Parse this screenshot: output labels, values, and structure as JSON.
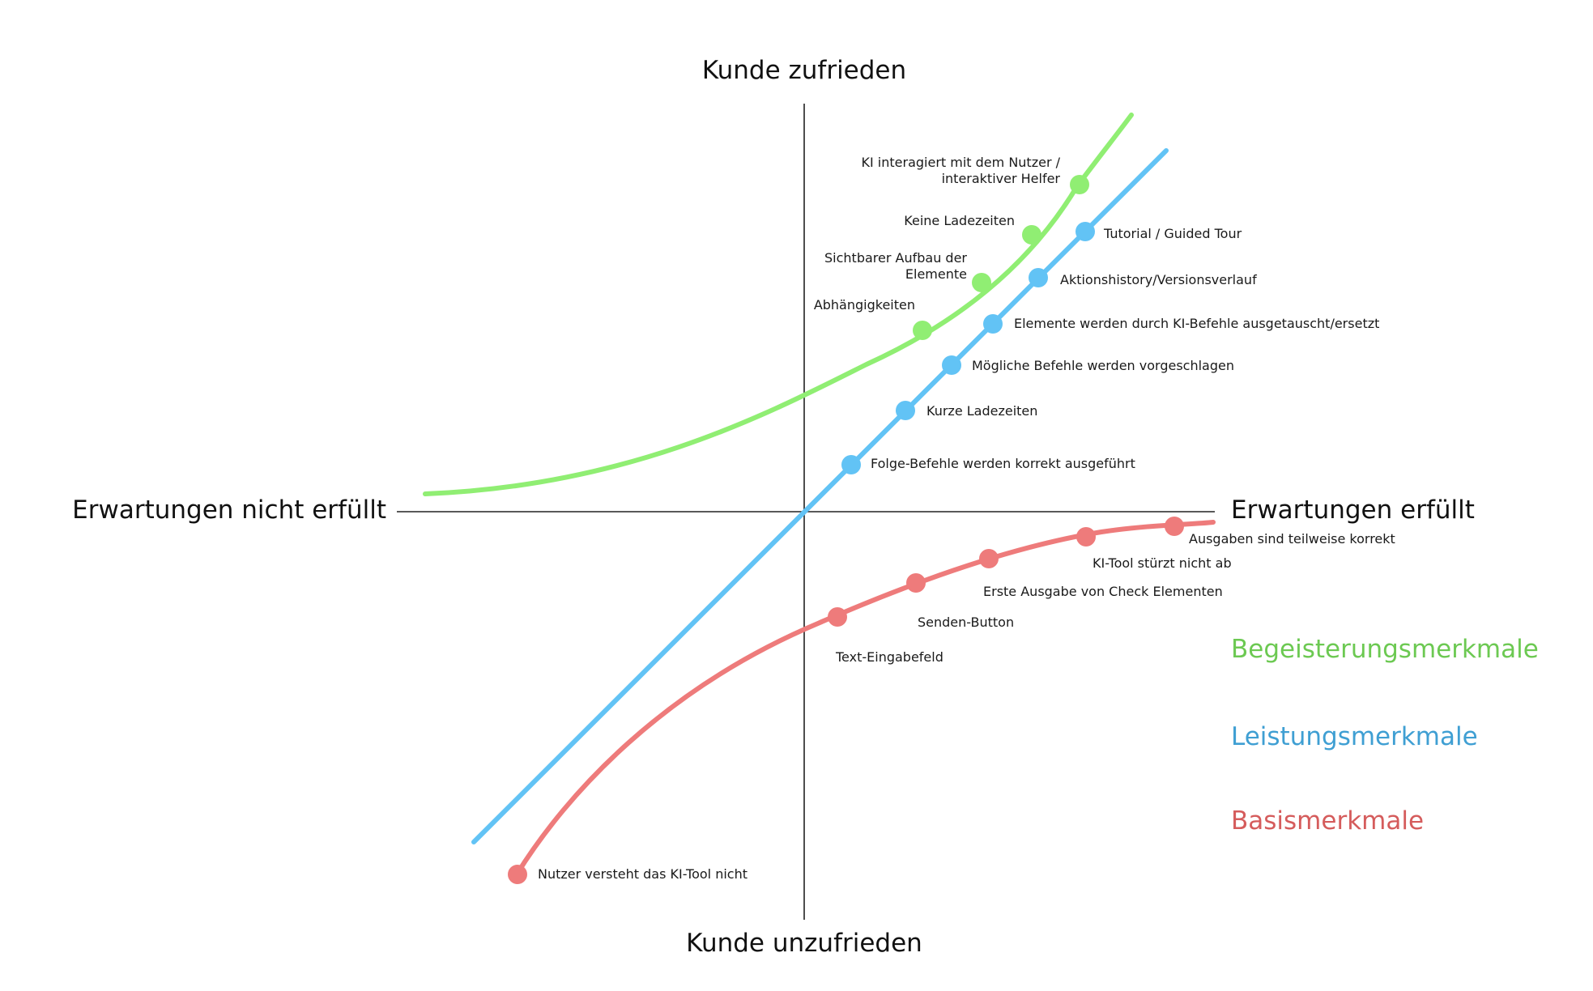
{
  "axes": {
    "top": "Kunde zufrieden",
    "bottom": "Kunde unzufrieden",
    "left": "Erwartungen nicht erfüllt",
    "right": "Erwartungen erfüllt"
  },
  "colors": {
    "begeisterung": "#90EE73",
    "leistung": "#62C3F5",
    "basis": "#EE7B7B",
    "legend_begeisterung": "#6CC952",
    "legend_leistung": "#3F9FD3",
    "legend_basis": "#D55C5C",
    "axis": "#222222"
  },
  "legend": [
    {
      "key": "begeisterung",
      "label": "Begeisterungsmerkmale"
    },
    {
      "key": "leistung",
      "label": "Leistungsmerkmale"
    },
    {
      "key": "basis",
      "label": "Basismerkmale"
    }
  ],
  "curves": {
    "begeisterung": {
      "points": [
        {
          "label": "Abhängigkeiten"
        },
        {
          "label": "Sichtbarer Aufbau der|Elemente"
        },
        {
          "label": "Keine Ladezeiten"
        },
        {
          "label": "KI interagiert mit dem Nutzer /|interaktiver Helfer"
        }
      ]
    },
    "leistung": {
      "points": [
        {
          "label": "Folge-Befehle werden korrekt ausgeführt"
        },
        {
          "label": "Kurze Ladezeiten"
        },
        {
          "label": "Mögliche Befehle werden vorgeschlagen"
        },
        {
          "label": "Elemente werden durch KI-Befehle ausgetauscht/ersetzt"
        },
        {
          "label": "Aktionshistory/Versionsverlauf"
        },
        {
          "label": "Tutorial / Guided Tour"
        }
      ]
    },
    "basis": {
      "points": [
        {
          "label": "Nutzer versteht das KI-Tool nicht"
        },
        {
          "label": "Text-Eingabefeld"
        },
        {
          "label": "Senden-Button"
        },
        {
          "label": "Erste Ausgabe von Check Elementen"
        },
        {
          "label": "KI-Tool stürzt nicht ab"
        },
        {
          "label": "Ausgaben sind teilweise korrekt"
        }
      ]
    }
  }
}
